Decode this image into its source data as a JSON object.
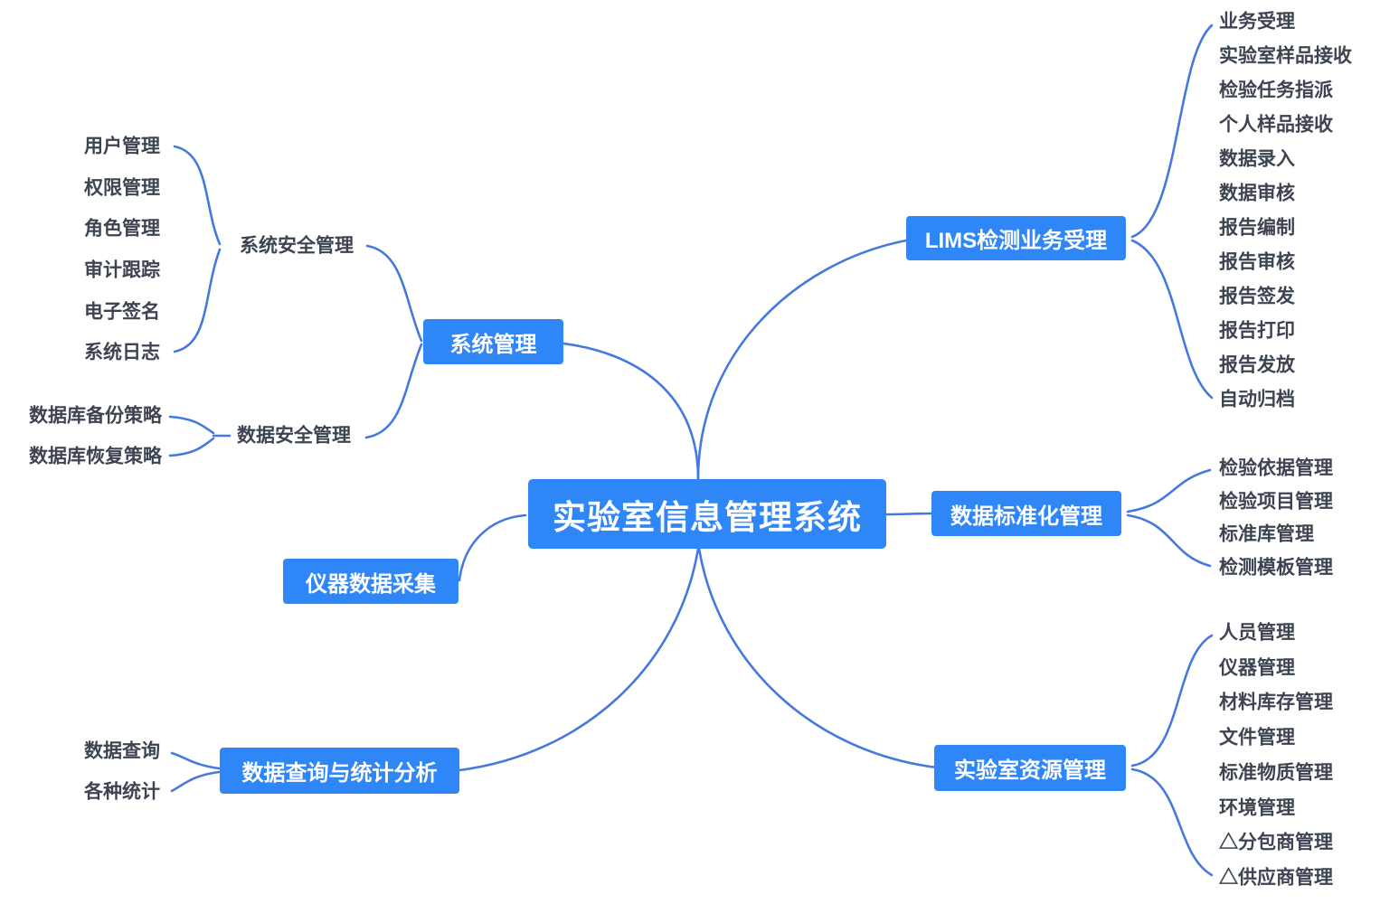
{
  "colors": {
    "node_fill": "#2F86F6",
    "node_text": "#FFFFFF",
    "line": "#4679DE",
    "leaf_text": "#3D4451",
    "background": "#FFFFFF"
  },
  "root": {
    "label": "实验室信息管理系统"
  },
  "branches": [
    {
      "label": "LIMS检测业务受理",
      "children": [
        "业务受理",
        "实验室样品接收",
        "检验任务指派",
        "个人样品接收",
        "数据录入",
        "数据审核",
        "报告编制",
        "报告审核",
        "报告签发",
        "报告打印",
        "报告发放",
        "自动归档"
      ]
    },
    {
      "label": "数据标准化管理",
      "children": [
        "检验依据管理",
        "检验项目管理",
        "标准库管理",
        "检测模板管理"
      ]
    },
    {
      "label": "实验室资源管理",
      "children": [
        "人员管理",
        "仪器管理",
        "材料库存管理",
        "文件管理",
        "标准物质管理",
        "环境管理",
        "△分包商管理",
        "△供应商管理"
      ]
    },
    {
      "label": "系统管理",
      "groups": [
        {
          "label": "系统安全管理",
          "children": [
            "用户管理",
            "权限管理",
            "角色管理",
            "审计跟踪",
            "电子签名",
            "系统日志"
          ]
        },
        {
          "label": "数据安全管理",
          "children": [
            "数据库备份策略",
            "数据库恢复策略"
          ]
        }
      ]
    },
    {
      "label": "仪器数据采集",
      "children": []
    },
    {
      "label": "数据查询与统计分析",
      "children": [
        "数据查询",
        "各种统计"
      ]
    }
  ]
}
